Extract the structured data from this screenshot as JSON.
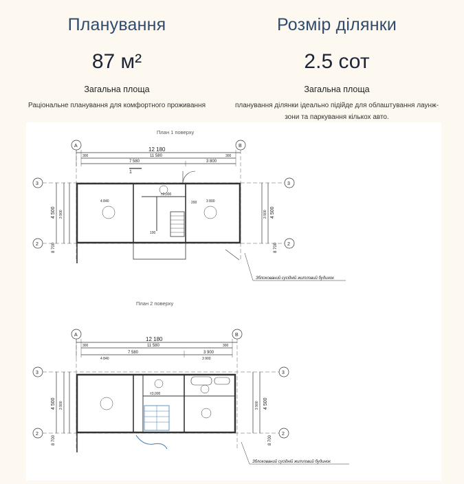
{
  "planning": {
    "title": "Планування",
    "value": "87 м²",
    "subtitle": "Загальна площа",
    "description": "Раціональне планування для комфортного проживання"
  },
  "plot": {
    "title": "Розмір ділянки",
    "value": "2.5 сот",
    "subtitle": "Загальна площа",
    "description_line1": "планування ділянки ідеально підійде для облаштування лаунж-",
    "description_line2": "зони та паркування кількох авто."
  },
  "floorplan": {
    "floor1": {
      "title": "План 1 поверху",
      "overall_dim": "12 180",
      "inner_dim": "11 580",
      "seg_a": "7 580",
      "seg_b": "3 800",
      "height_dim": "4 500",
      "height_outer": "8 700",
      "inner_h": "3 900",
      "room_w": "4 840",
      "room_w2": "3 800",
      "elev": "±0,000",
      "annotation": "Зблокований сусідній житловий будинок"
    },
    "floor2": {
      "title": "План 2 поверху",
      "overall_dim": "12 180",
      "inner_dim": "11 580",
      "seg_a": "7 580",
      "seg_b": "3 900",
      "height_dim": "4 500",
      "height_outer": "8 700",
      "inner_h": "3 900",
      "room_w": "4 840",
      "room_w2": "3 900",
      "elev": "±3,000",
      "annotation": "Зблокований сусідній житловий будинок"
    },
    "axes": {
      "a": "A",
      "b": "B",
      "n2": "2",
      "n3": "3",
      "n1": "1"
    },
    "small_dims": {
      "d300": "300",
      "d200": "200",
      "d100": "100"
    }
  }
}
